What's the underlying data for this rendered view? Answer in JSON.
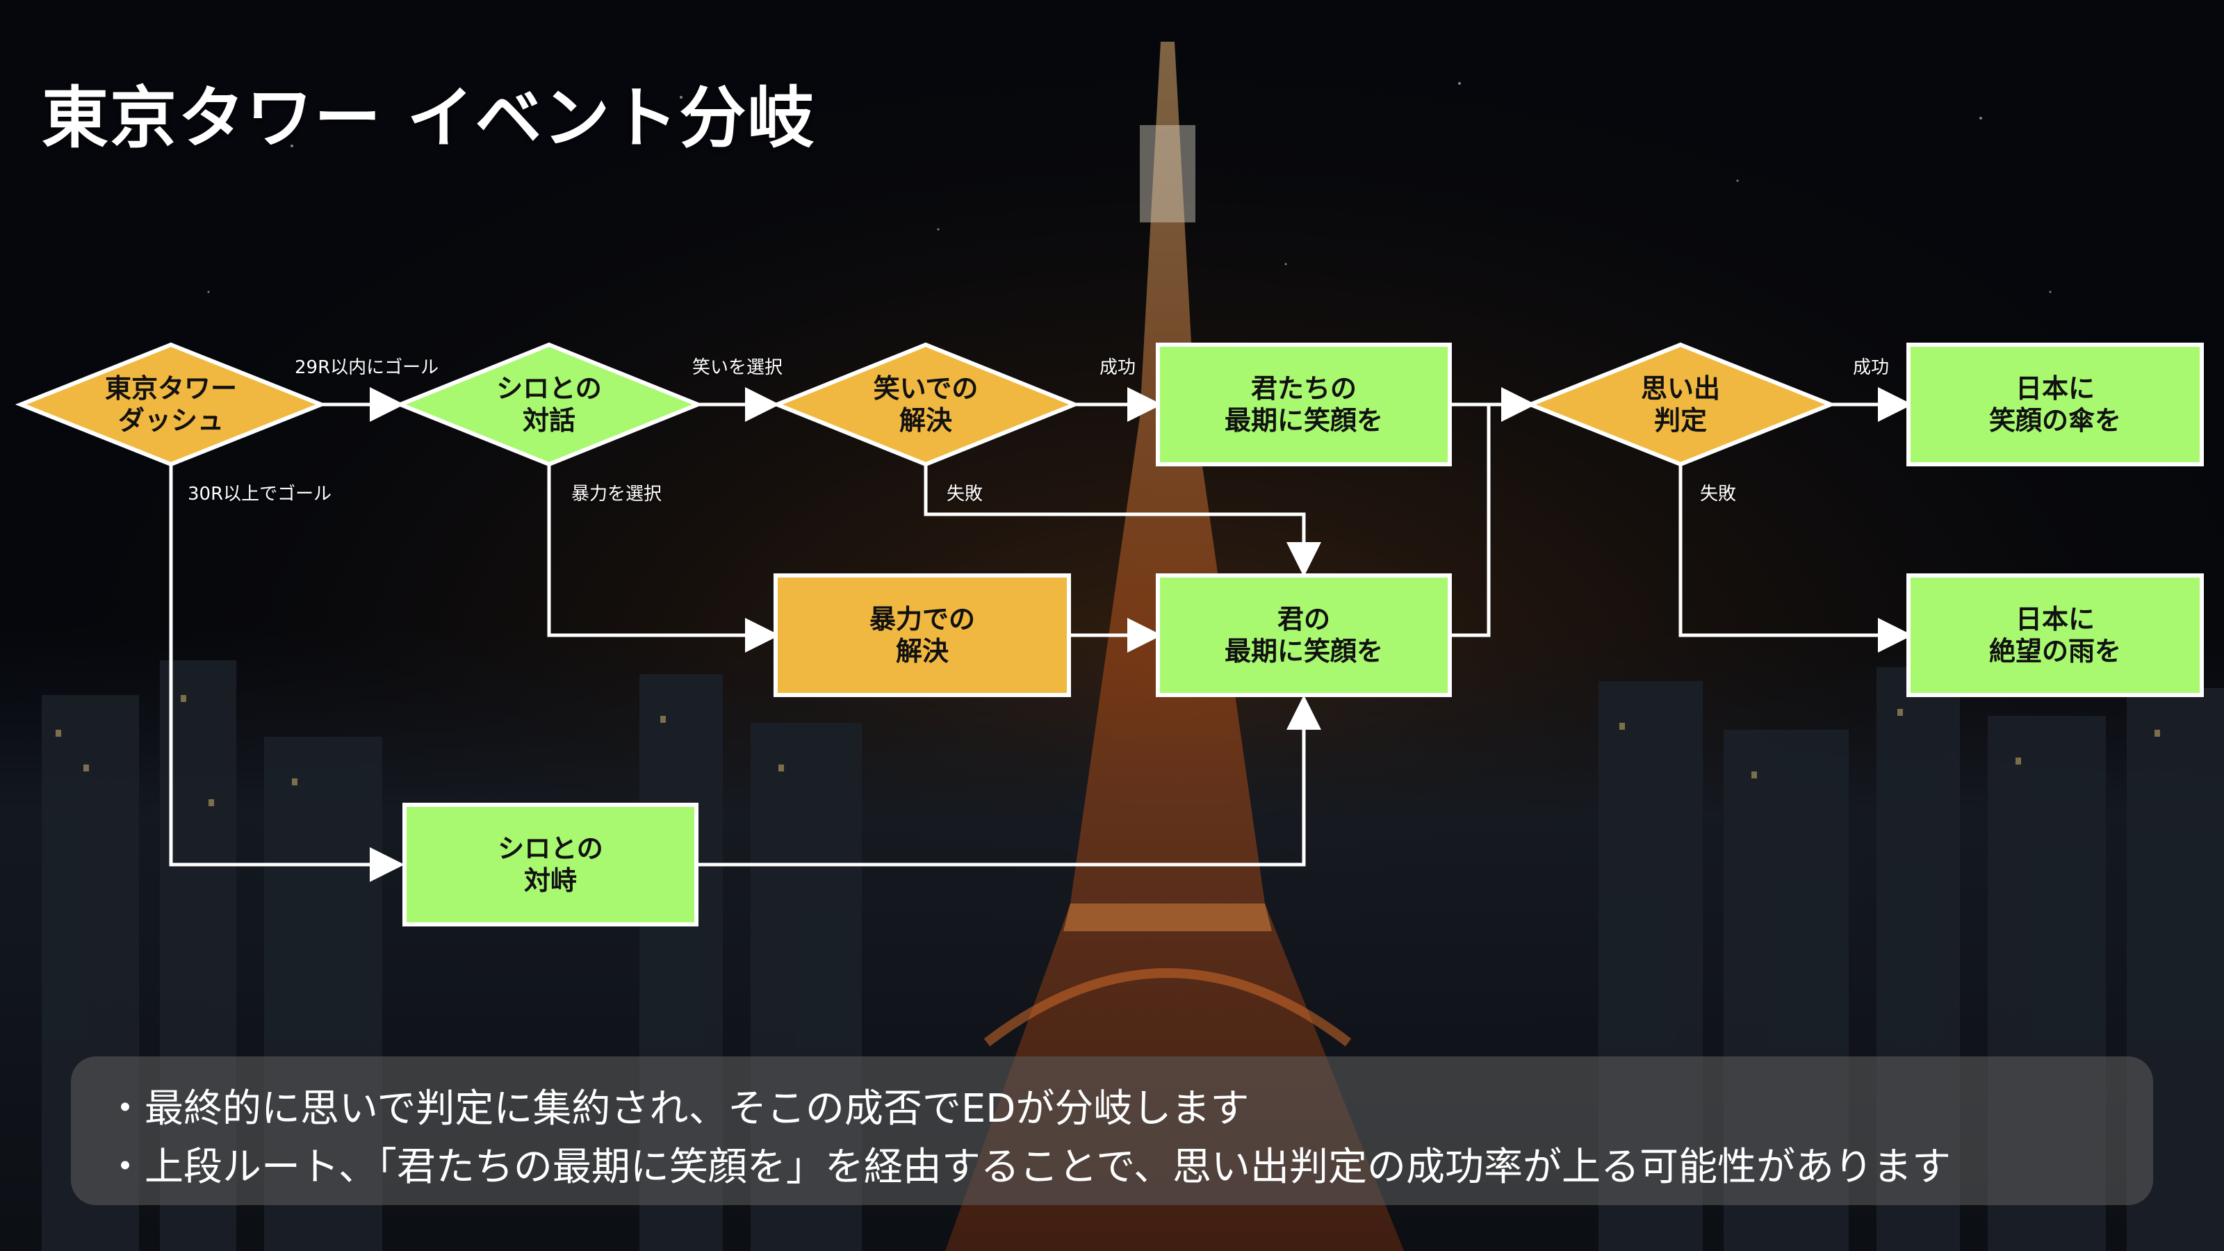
{
  "title": "東京タワー イベント分岐",
  "colors": {
    "decision": "#f0b840",
    "box_green": "#a8f870",
    "box_orange": "#f0b840",
    "outline": "#ffffff"
  },
  "nodes": {
    "dash": "東京タワー\nダッシュ",
    "talk": "シロとの\n対話",
    "laugh": "笑いでの\n解決",
    "smiles_all": "君たちの\n最期に笑顔を",
    "memory": "思い出\n判定",
    "umbrella": "日本に\n笑顔の傘を",
    "violence": "暴力での\n解決",
    "smile_you": "君の\n最期に笑顔を",
    "confront": "シロとの\n対峙",
    "despair": "日本に\n絶望の雨を"
  },
  "edges": {
    "under29": "29R以内にゴール",
    "over30": "30R以上でゴール",
    "choose_laugh": "笑いを選択",
    "choose_violence": "暴力を選択",
    "laugh_success": "成功",
    "laugh_fail": "失敗",
    "memory_success": "成功",
    "memory_fail": "失敗"
  },
  "notes": [
    "・最終的に思いで判定に集約され、そこの成否でEDが分岐します",
    "・上段ルート、「君たちの最期に笑顔を」を経由することで、思い出判定の成功率が上る可能性があります"
  ]
}
